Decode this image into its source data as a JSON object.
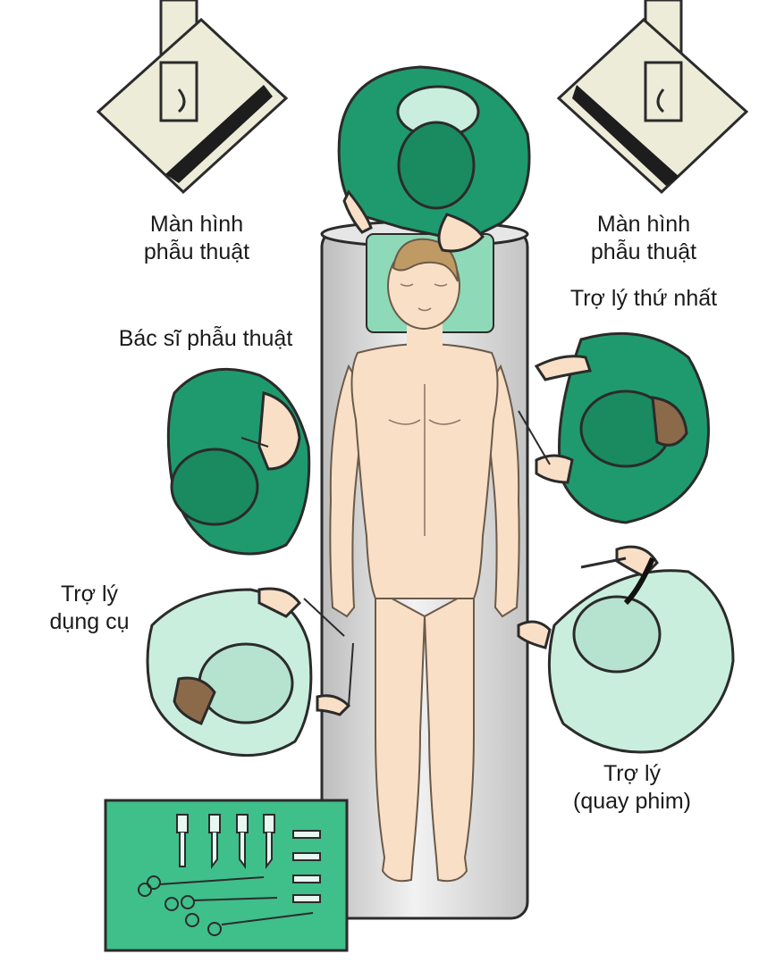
{
  "labels": {
    "monitor_left": [
      "Màn hình",
      "phẫu thuật"
    ],
    "monitor_right": [
      "Màn hình",
      "phẫu thuật"
    ],
    "first_assistant": [
      "Trợ lý thứ nhất"
    ],
    "surgeon": [
      "Bác sĩ phẫu thuật"
    ],
    "scrub_nurse": [
      "Trợ lý",
      "dụng cụ"
    ],
    "camera_assistant": [
      "Trợ lý",
      "(quay phim)"
    ]
  },
  "colors": {
    "gown_dark": "#1f9a6e",
    "gown_light": "#c9eede",
    "skin": "#f8dfc6",
    "table": "#d9d9d9",
    "monitor": "#ececd9",
    "tray": "#3fbf8a",
    "outline": "#2b2b2b"
  }
}
